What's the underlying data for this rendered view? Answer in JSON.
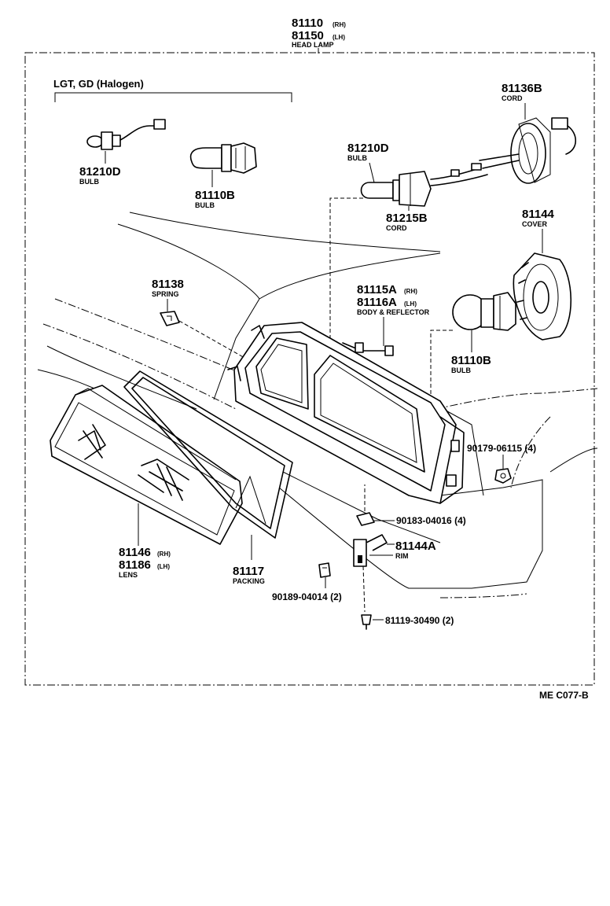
{
  "header": {
    "num_rh": "81110",
    "sfx_rh": "(RH)",
    "num_lh": "81150",
    "sfx_lh": "(LH)",
    "caption": "HEAD LAMP"
  },
  "group": {
    "label": "LGT, GD (Halogen)"
  },
  "parts": {
    "bulb_halogen_small": {
      "num": "81210D",
      "caption": "BULB"
    },
    "bulb_halogen_large": {
      "num": "81110B",
      "caption": "BULB"
    },
    "bulb_small": {
      "num": "81210D",
      "caption": "BULB"
    },
    "cord_small": {
      "num": "81215B",
      "caption": "CORD"
    },
    "cord_main": {
      "num": "81136B",
      "caption": "CORD"
    },
    "cover": {
      "num": "81144",
      "caption": "COVER"
    },
    "spring": {
      "num": "81138",
      "caption": "SPRING"
    },
    "body_reflector": {
      "num_rh": "81115A",
      "sfx_rh": "(RH)",
      "num_lh": "81116A",
      "sfx_lh": "(LH)",
      "caption": "BODY & REFLECTOR"
    },
    "bulb_main": {
      "num": "81110B",
      "caption": "BULB"
    },
    "nut_90179": {
      "label": "90179-06115 (4)"
    },
    "clip_90183": {
      "label": "90183-04016 (4)"
    },
    "rim": {
      "num": "81144A",
      "caption": "RIM"
    },
    "lens": {
      "num_rh": "81146",
      "sfx_rh": "(RH)",
      "num_lh": "81186",
      "sfx_lh": "(LH)",
      "caption": "LENS"
    },
    "packing": {
      "num": "81117",
      "caption": "PACKING"
    },
    "nut_90189": {
      "label": "90189-04014 (2)"
    },
    "screw_81119": {
      "label": "81119-30490 (2)"
    }
  },
  "footer": {
    "code": "ME C077-B"
  }
}
